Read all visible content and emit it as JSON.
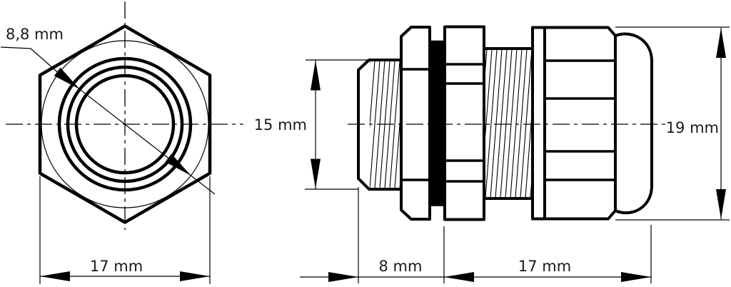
{
  "drawing": {
    "front_view": {
      "bore_dimension": "8,8 mm",
      "across_flats_dimension": "17 mm"
    },
    "side_view": {
      "thread_height_dimension": "15 mm",
      "thread_length_dimension": "8 mm",
      "body_length_dimension": "17 mm",
      "cap_diameter_dimension": "19 mm"
    },
    "colors": {
      "line": "#000000",
      "background": "#ffffff",
      "seal": "#000000"
    }
  }
}
